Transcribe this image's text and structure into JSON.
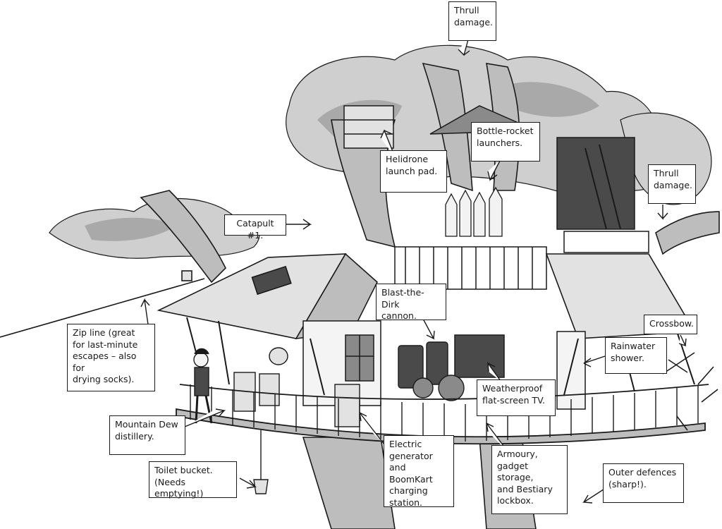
{
  "colors": {
    "ink": "#1a1a1a",
    "foliage_light": "#cfcfcf",
    "foliage_dark": "#8a8a8a",
    "wood": "#bdbdbd",
    "roof": "#e2e2e2",
    "dark_fill": "#4a4a4a"
  },
  "labels": {
    "thrull_top": "Thrull\ndamage.",
    "thrull_right": "Thrull\ndamage.",
    "helidrone": "Helidrone\nlaunch pad.",
    "bottle_rocket": "Bottle-rocket\nlaunchers.",
    "catapult": "Catapult #1.",
    "blast_cannon": "Blast-the-Dirk\ncannon.",
    "crossbow": "Crossbow.",
    "rainwater": "Rainwater\nshower.",
    "zip_line": "Zip line (great\nfor last-minute\nescapes – also for\ndrying socks).",
    "weatherproof_tv": "Weatherproof\nflat-screen TV.",
    "mountain_dew": "Mountain Dew\ndistillery.",
    "electric_generator": "Electric\ngenerator\nand BoomKart\ncharging\nstation.",
    "armoury": "Armoury,\ngadget storage,\nand Bestiary\nlockbox.",
    "toilet_bucket": "Toilet bucket.\n(Needs emptying!)",
    "outer_defences": "Outer defences\n(sharp!)."
  }
}
